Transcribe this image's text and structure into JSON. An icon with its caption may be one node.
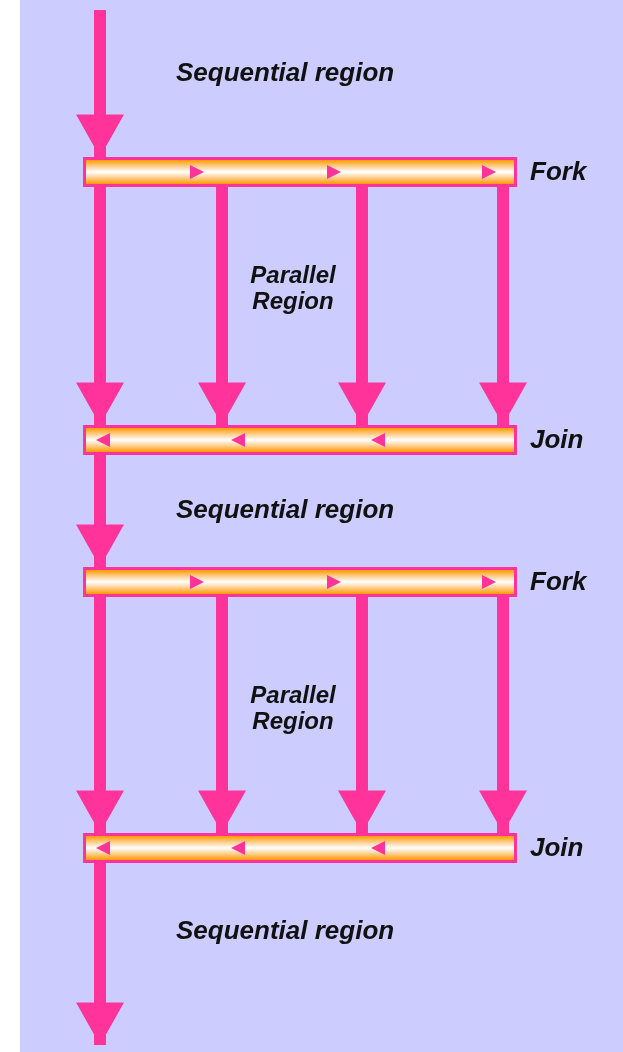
{
  "diagram": {
    "nodes": [
      {
        "text": [],
        "shape": "bar",
        "beside": [
          "Fork"
        ]
      },
      {
        "text": [],
        "shape": "bar",
        "beside": [
          "Join"
        ]
      },
      {
        "text": [],
        "shape": "bar",
        "beside": [
          "Fork"
        ]
      },
      {
        "text": [],
        "shape": "bar",
        "beside": [
          "Join"
        ]
      }
    ],
    "edges": [
      {
        "from": null,
        "to": 0,
        "arrow": "to"
      },
      {
        "from": 0,
        "to": 1,
        "arrow": "to"
      },
      {
        "from": 0,
        "to": 1,
        "arrow": "to"
      },
      {
        "from": 0,
        "to": 1,
        "arrow": "to"
      },
      {
        "from": 0,
        "to": 1,
        "arrow": "to"
      },
      {
        "from": 1,
        "to": 2,
        "arrow": "to"
      },
      {
        "from": 2,
        "to": 3,
        "arrow": "to"
      },
      {
        "from": 2,
        "to": 3,
        "arrow": "to"
      },
      {
        "from": 2,
        "to": 3,
        "arrow": "to"
      },
      {
        "from": 2,
        "to": 3,
        "arrow": "to"
      },
      {
        "from": 3,
        "to": null,
        "arrow": "to"
      }
    ],
    "labels": [
      "Sequential region",
      "Parallel Region",
      "Sequential region",
      "Parallel Region",
      "Sequential region"
    ]
  }
}
